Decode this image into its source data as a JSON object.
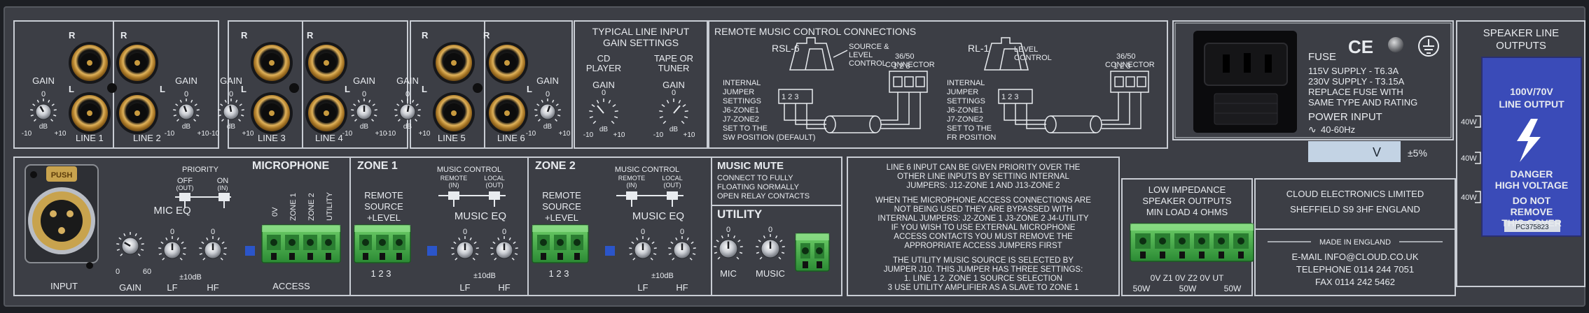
{
  "line_inputs": {
    "channel_R": "R",
    "channel_L": "L",
    "gain": "GAIN",
    "gain_zero": "0",
    "gain_min": "-10",
    "gain_max": "+10",
    "db": "dB",
    "line1": "LINE 1",
    "line2": "LINE 2",
    "line3": "LINE 3",
    "line4": "LINE 4",
    "line5": "LINE 5",
    "line6": "LINE 6"
  },
  "typical_gain": {
    "title_1": "TYPICAL LINE INPUT",
    "title_2": "GAIN SETTINGS",
    "cd_1": "CD",
    "cd_2": "PLAYER",
    "tape_1": "TAPE OR",
    "tape_2": "TUNER",
    "gain": "GAIN",
    "zero": "0",
    "min": "-10",
    "max": "+10",
    "db": "dB"
  },
  "remote_music": {
    "title": "REMOTE MUSIC CONTROL CONNECTIONS",
    "rsl6": "RSL-6",
    "rsl6_desc_1": "SOURCE &",
    "rsl6_desc_2": "LEVEL",
    "rsl6_desc_3": "CONTROL",
    "rl1": "RL-1",
    "rl1_desc_1": "LEVEL",
    "rl1_desc_2": "CONTROL",
    "connector_1": "36/50",
    "connector_2": "CONNECTOR",
    "pins": "1 2 3",
    "jumper_1": "INTERNAL",
    "jumper_2": "JUMPER",
    "jumper_3": "SETTINGS",
    "jumper_4": "J6-ZONE1",
    "jumper_5": "J7-ZONE2",
    "jumper_6": "SET TO THE",
    "sw_pos": "SW POSITION (DEFAULT)",
    "fr_pos": "FR POSITION"
  },
  "power": {
    "fuse_title": "FUSE",
    "fuse_1": "115V SUPPLY - T6.3A",
    "fuse_2": "230V SUPPLY - T3.15A",
    "fuse_3": "REPLACE FUSE WITH",
    "fuse_4": "SAME TYPE AND RATING",
    "power_title": "POWER INPUT",
    "power_freq": "40-60Hz",
    "ce": "CE",
    "voltage_box": "V",
    "tolerance": "±5%"
  },
  "speaker": {
    "title_1": "SPEAKER LINE",
    "title_2": "OUTPUTS",
    "line_output_1": "100V/70V",
    "line_output_2": "LINE OUTPUT",
    "danger_1": "DANGER",
    "danger_2": "HIGH VOLTAGE",
    "cover_1": "DO NOT",
    "cover_2": "REMOVE",
    "cover_3": "THIS COVER",
    "serial": "PC375823",
    "watt": "40W"
  },
  "microphone": {
    "title": "MICROPHONE",
    "push": "PUSH",
    "priority": "PRIORITY",
    "off_1": "OFF",
    "off_2": "(OUT)",
    "on_1": "ON",
    "on_2": "(IN)",
    "col_0v": "0V",
    "col_z1": "ZONE 1",
    "col_z2": "ZONE 2",
    "col_util": "UTILITY",
    "mic_eq": "MIC EQ",
    "zero": "0",
    "tendb": "±10dB",
    "lf": "LF",
    "hf": "HF",
    "gain": "GAIN",
    "gain_min": "0",
    "gain_max": "60",
    "input": "INPUT",
    "access": "ACCESS"
  },
  "zone1": {
    "title": "ZONE 1",
    "music_control": "MUSIC CONTROL",
    "remote_1": "REMOTE",
    "remote_2": "(IN)",
    "local_1": "LOCAL",
    "local_2": "(OUT)",
    "remote_source_1": "REMOTE",
    "remote_source_2": "SOURCE",
    "remote_source_3": "+LEVEL",
    "music_eq": "MUSIC EQ",
    "zero": "0",
    "tendb": "±10dB",
    "lf": "LF",
    "hf": "HF",
    "pins": "1 2 3"
  },
  "zone2": {
    "title": "ZONE 2",
    "music_control": "MUSIC CONTROL",
    "remote_1": "REMOTE",
    "remote_2": "(IN)",
    "local_1": "LOCAL",
    "local_2": "(OUT)",
    "remote_source_1": "REMOTE",
    "remote_source_2": "SOURCE",
    "remote_source_3": "+LEVEL",
    "music_eq": "MUSIC EQ",
    "zero": "0",
    "tendb": "±10dB",
    "lf": "LF",
    "hf": "HF",
    "pins": "1 2 3"
  },
  "music_mute": {
    "title": "MUSIC MUTE",
    "line_1": "CONNECT TO FULLY",
    "line_2": "FLOATING NORMALLY",
    "line_3": "OPEN RELAY CONTACTS"
  },
  "utility": {
    "title": "UTILITY",
    "zero": "0",
    "mic": "MIC",
    "music": "MUSIC"
  },
  "notes": {
    "p1_1": "LINE 6 INPUT CAN BE GIVEN PRIORITY OVER THE",
    "p1_2": "OTHER LINE INPUTS BY SETTING INTERNAL",
    "p1_3": "JUMPERS: J12-ZONE 1 AND J13-ZONE 2",
    "p2_1": "WHEN THE MICROPHONE ACCESS CONNECTIONS ARE",
    "p2_2": "NOT BEING USED THEY ARE BYPASSED WITH",
    "p2_3": "INTERNAL JUMPERS: J2-ZONE 1 J3-ZONE 2 J4-UTILITY",
    "p2_4": "IF YOU WISH TO USE EXTERNAL MICROPHONE",
    "p2_5": "ACCESS CONTACTS YOU MUST REMOVE THE",
    "p2_6": "APPROPRIATE ACCESS JUMPERS FIRST",
    "p3_1": "THE UTILITY MUSIC SOURCE IS SELECTED BY",
    "p3_2": "JUMPER J10. THIS JUMPER HAS THREE SETTINGS:",
    "p3_3": "1. LINE 1    2. ZONE 1 SOURCE SELECTION",
    "p3_4": "3 USE UTILITY AMPLIFIER AS A SLAVE TO ZONE 1"
  },
  "low_impedance": {
    "title_1": "LOW IMPEDANCE",
    "title_2": "SPEAKER OUTPUTS",
    "title_3": "MIN LOAD 4 OHMS",
    "pins": "0V  Z1  0V  Z2  0V  UT",
    "watt_1": "50W",
    "watt_2": "50W",
    "watt_3": "50W"
  },
  "maker": {
    "name": "CLOUD ELECTRONICS LIMITED",
    "address": "SHEFFIELD S9 3HF  ENGLAND",
    "made_in": "MADE IN ENGLAND",
    "email": "E-MAIL INFO@CLOUD.CO.UK",
    "telephone": "TELEPHONE 0114 244 7051",
    "fax": "FAX 0114 242 5462"
  }
}
